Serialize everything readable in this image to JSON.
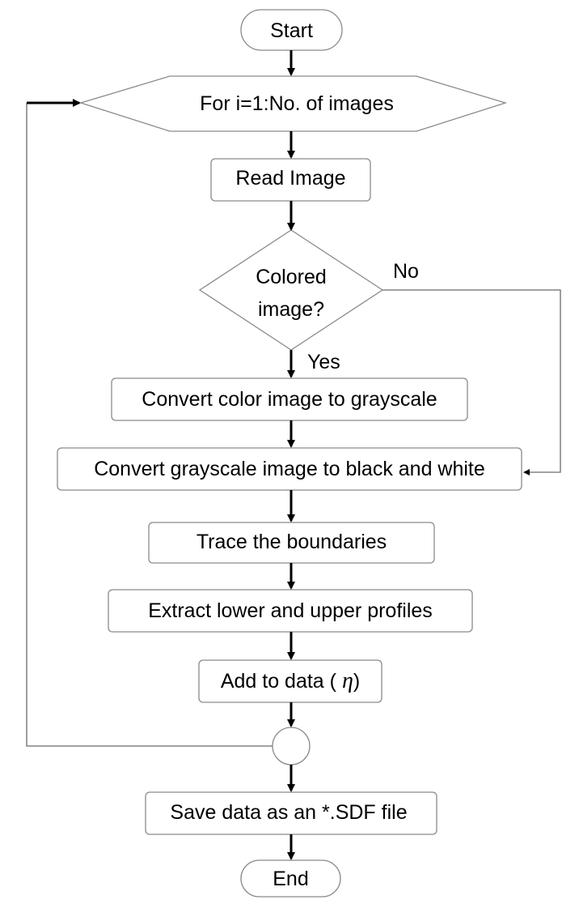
{
  "flowchart": {
    "start": "Start",
    "loop": "For i=1:No. of images",
    "read": "Read Image",
    "decision_line1": "Colored",
    "decision_line2": "image?",
    "no_label": "No",
    "yes_label": "Yes",
    "to_gray": "Convert color image to grayscale",
    "to_bw": "Convert grayscale image to black and white",
    "trace": "Trace the boundaries",
    "extract": "Extract lower and upper profiles",
    "add_prefix": "Add to data (",
    "add_symbol": "η",
    "add_suffix": ")",
    "save": "Save data as an *.SDF file",
    "end": "End"
  }
}
